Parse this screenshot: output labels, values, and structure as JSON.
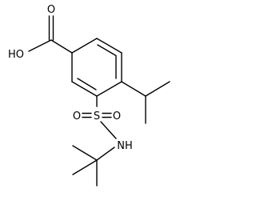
{
  "molecule": {
    "atoms": {
      "carboxyl_o_double": "O",
      "carboxyl_oh": "HO",
      "sulfur": "S",
      "sulfonyl_o_left": "O",
      "sulfonyl_o_right": "O",
      "amine": "NH"
    }
  }
}
